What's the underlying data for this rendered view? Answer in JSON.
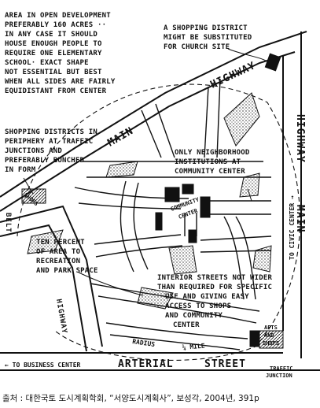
{
  "notes": {
    "area": [
      "AREA IN OPEN DEVELOPMENT",
      "PREFERABLY 160 ACRES ··",
      "IN ANY CASE IT SHOULD",
      "HOUSE ENOUGH PEOPLE TO",
      "REQUIRE ONE ELEMENTARY",
      "SCHOOL·  EXACT SHAPE",
      "NOT ESSENTIAL BUT BEST",
      "WHEN ALL SIDES ARE FAIRLY",
      "EQUIDISTANT FROM CENTER"
    ],
    "shopping_district": [
      "A SHOPPING DISTRICT",
      "MIGHT BE SUBSTITUTED",
      "FOR CHURCH SITE"
    ],
    "periphery": [
      "SHOPPING DISTRICTS IN",
      "PERIPHERY AT TRAFFIC",
      "JUNCTIONS AND",
      "PREFERABLY BUNCHED",
      "IN FORM"
    ],
    "institutions": [
      "ONLY NEIGHBORHOOD",
      "INSTITUTIONS AT",
      "COMMUNITY CENTER"
    ],
    "recreation": [
      "TEN PERCENT",
      "OF AREA TO",
      "RECREATION",
      "AND PARK SPACE"
    ],
    "interior": [
      "INTERIOR STREETS NOT WIDER",
      "THAN REQUIRED FOR SPECIFIC",
      "USE AND GIVING EASY",
      "ACCESS TO SHOPS",
      "AND COMMUNITY",
      "CENTER"
    ]
  },
  "roads": {
    "main_highway_top": "HIGHWAY",
    "main_left": "MAIN",
    "highway_right": "HIGHWAY",
    "main_right": "MAIN",
    "belt": "BELT",
    "highway_left": "HIGHWAY",
    "arterial": "ARTERIAL",
    "street": "STREET"
  },
  "labels": {
    "shops": "SHOPS",
    "community": "COMMUNITY",
    "center": "CENTER",
    "radius": "RADIUS",
    "mile": "¼ MILE",
    "apts": "APTS",
    "and": "AND",
    "shops_right": "SHOPS",
    "to_business": "← TO BUSINESS CENTER",
    "traffic": "TRAFFIC",
    "junction": "JUNCTION",
    "to_civic": "TO CIVIC CENTER →"
  },
  "caption": "출처 : 대한국토 도시계획학회, “서양도시계획사”, 보성각, 2004년, 391p"
}
